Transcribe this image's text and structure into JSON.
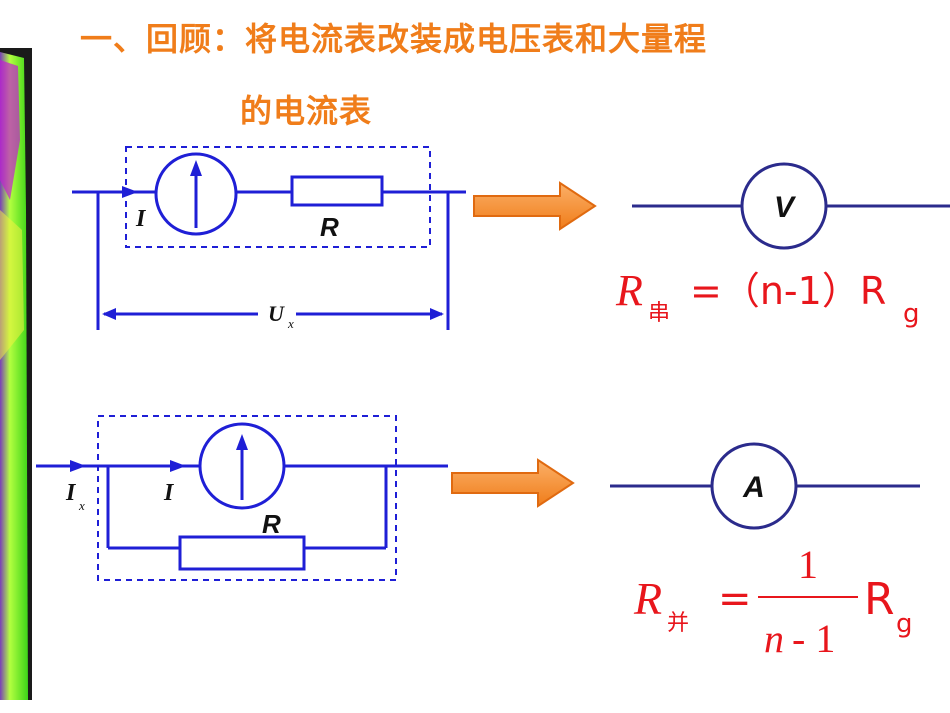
{
  "slide": {
    "title_line1": "一、回顾：将电流表改装成电压表和大量程",
    "title_line2": "的电流表"
  },
  "diagram1": {
    "current_label": "I",
    "resistor_label": "R",
    "voltage_label_main": "U",
    "voltage_label_sub": "x",
    "meter_label": "V",
    "formula": {
      "lhs_main": "R",
      "lhs_sub": "串",
      "rhs": "=（n-1）R",
      "rhs_sub": "g"
    }
  },
  "diagram2": {
    "total_current_main": "I",
    "total_current_sub": "x",
    "current_label": "I",
    "resistor_label": "R",
    "meter_label": "A",
    "formula": {
      "lhs_main": "R",
      "lhs_sub": "并",
      "equals": "=",
      "numerator": "1",
      "denominator_var": "n",
      "denominator_rest": "- 1",
      "tail": "R",
      "tail_sub": "g"
    }
  },
  "colors": {
    "title": "#f07d1a",
    "circuit": "#1f1fd6",
    "meter_line": "#2b2b8c",
    "formula": "#e8161c",
    "arrow_fill": "#f7903a",
    "arrow_stroke": "#e06a10",
    "left_bar": "#6dfb2e"
  }
}
